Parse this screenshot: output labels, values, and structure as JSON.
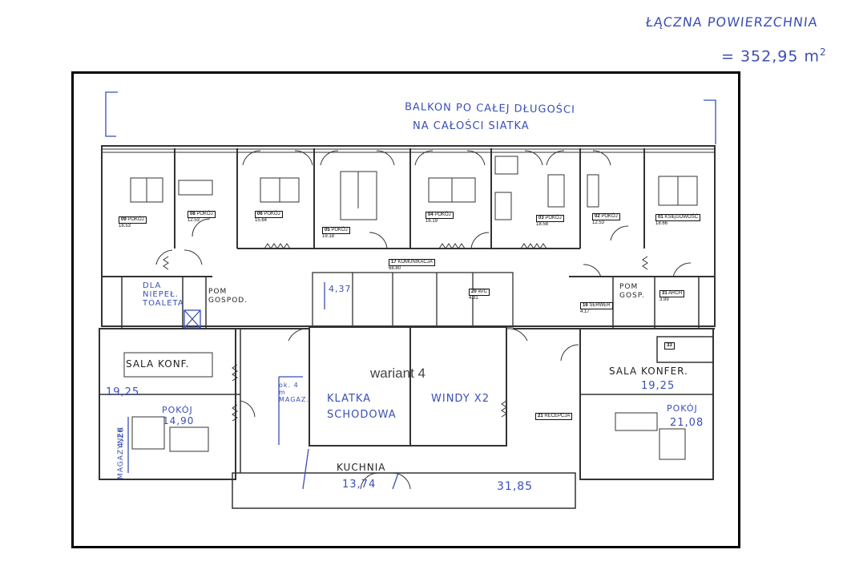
{
  "annotations": {
    "total_area_label": "ŁĄCZNA POWIERZCHNIA",
    "total_area_value": "= 352,95 m",
    "total_area_exp": "2",
    "balcony_line1": "BALKON PO CAŁEJ DŁUGOŚCI",
    "balcony_line2": "NA CAŁOŚCI SIATKA",
    "disabled_toilet": "DLA NIEPEŁ. TOALETA",
    "pom_gospod": "POM GOSPOD.",
    "pom_gosp_right": "POM GOSP.",
    "sala_konf_left": "SALA KONF.",
    "area_19_25_left": "19,25",
    "pokoj_left": "POKÓJ",
    "area_14_90": "14,90",
    "magazynek": "MAGAZYNEK",
    "area_4_20": "4,20",
    "klatka": "KLATKA",
    "schodowa": "SCHODOWA",
    "windy": "WINDY X2",
    "ok_4m": "ok. 4 m",
    "magaz": "MAGAZ.",
    "kuchnia": "KUCHNIA",
    "area_13_74": "13,74",
    "area_31_85": "31,85",
    "sala_konfer_right": "SALA KONFER.",
    "area_19_25_right": "19,25",
    "pokoj_right": "POKÓJ",
    "area_21_08": "21,08",
    "wc_small": "4,37"
  },
  "rooms": [
    {
      "num": "09",
      "name": "POKÓJ",
      "area": "18.53"
    },
    {
      "num": "08",
      "name": "POKÓJ",
      "area": "12.53"
    },
    {
      "num": "06",
      "name": "POKÓJ",
      "area": "15.64"
    },
    {
      "num": "05",
      "name": "POKÓJ",
      "area": "19.18"
    },
    {
      "num": "04",
      "name": "POKÓJ",
      "area": "16.19"
    },
    {
      "num": "03",
      "name": "POKÓJ",
      "area": "18.58"
    },
    {
      "num": "02",
      "name": "POKÓJ",
      "area": "12.53"
    },
    {
      "num": "01",
      "name": "KSIĘGOWOŚĆ",
      "area": "18.66"
    },
    {
      "num": "17",
      "name": "KOMUNIKACJA",
      "area": "68.80"
    },
    {
      "num": "20",
      "name": "W/C",
      "area": "4.31"
    },
    {
      "num": "16",
      "name": "SERWER",
      "area": "4.17"
    },
    {
      "num": "31",
      "name": "ARCH",
      "area": "3.99"
    },
    {
      "num": "33",
      "name": "",
      "area": ""
    },
    {
      "num": "21",
      "name": "RECEPCJA",
      "area": ""
    }
  ],
  "plan_title": "wariant 4"
}
